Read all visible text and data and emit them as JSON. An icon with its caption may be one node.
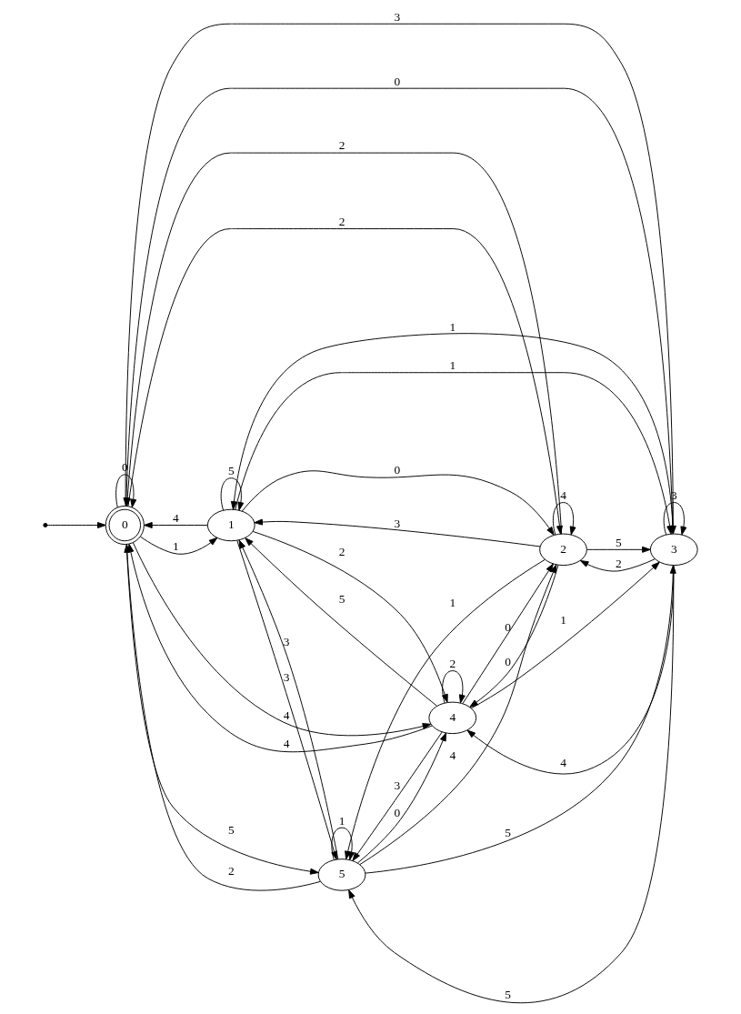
{
  "diagram": {
    "nodes": [
      {
        "text": [],
        "shape": "point"
      },
      {
        "text": [
          "0"
        ]
      },
      {
        "text": [
          "1"
        ]
      },
      {
        "text": [
          "3"
        ]
      },
      {
        "text": [
          "2"
        ]
      },
      {
        "text": [
          "4"
        ]
      },
      {
        "text": [
          "5"
        ]
      }
    ],
    "edges": [
      {
        "from": 0,
        "to": 1,
        "arrow": "to"
      },
      {
        "from": 1,
        "to": 1,
        "label": "0",
        "arrow": "to"
      },
      {
        "from": 1,
        "to": 2,
        "label": "1",
        "arrow": "to"
      },
      {
        "from": 1,
        "to": 4,
        "label": "2",
        "arrow": "to"
      },
      {
        "from": 1,
        "to": 3,
        "label": "3",
        "arrow": "to"
      },
      {
        "from": 1,
        "to": 5,
        "label": "4",
        "arrow": "to"
      },
      {
        "from": 1,
        "to": 6,
        "label": "5",
        "arrow": "to"
      },
      {
        "from": 2,
        "to": 4,
        "label": "0",
        "arrow": "to"
      },
      {
        "from": 2,
        "to": 3,
        "label": "1",
        "arrow": "to"
      },
      {
        "from": 2,
        "to": 5,
        "label": "2",
        "arrow": "to"
      },
      {
        "from": 2,
        "to": 6,
        "label": "3",
        "arrow": "to"
      },
      {
        "from": 2,
        "to": 1,
        "label": "4",
        "arrow": "to"
      },
      {
        "from": 2,
        "to": 2,
        "label": "5",
        "arrow": "to"
      },
      {
        "from": 4,
        "to": 5,
        "label": "0",
        "arrow": "to"
      },
      {
        "from": 4,
        "to": 6,
        "label": "1",
        "arrow": "to"
      },
      {
        "from": 4,
        "to": 1,
        "label": "2",
        "arrow": "to"
      },
      {
        "from": 4,
        "to": 2,
        "label": "3",
        "arrow": "to"
      },
      {
        "from": 4,
        "to": 4,
        "label": "4",
        "arrow": "to"
      },
      {
        "from": 4,
        "to": 3,
        "label": "5",
        "arrow": "to"
      },
      {
        "from": 3,
        "to": 1,
        "label": "0",
        "arrow": "to"
      },
      {
        "from": 3,
        "to": 2,
        "label": "1",
        "arrow": "to"
      },
      {
        "from": 3,
        "to": 4,
        "label": "2",
        "arrow": "to"
      },
      {
        "from": 3,
        "to": 3,
        "label": "3",
        "arrow": "to"
      },
      {
        "from": 3,
        "to": 5,
        "label": "4",
        "arrow": "to"
      },
      {
        "from": 3,
        "to": 6,
        "label": "5",
        "arrow": "to"
      },
      {
        "from": 5,
        "to": 4,
        "label": "0",
        "arrow": "to"
      },
      {
        "from": 5,
        "to": 3,
        "label": "1",
        "arrow": "to"
      },
      {
        "from": 5,
        "to": 5,
        "label": "2",
        "arrow": "to"
      },
      {
        "from": 5,
        "to": 6,
        "label": "3",
        "arrow": "to"
      },
      {
        "from": 5,
        "to": 1,
        "label": "4",
        "arrow": "to"
      },
      {
        "from": 5,
        "to": 2,
        "label": "5",
        "arrow": "to"
      },
      {
        "from": 6,
        "to": 5,
        "label": "0",
        "arrow": "to"
      },
      {
        "from": 6,
        "to": 6,
        "label": "1",
        "arrow": "to"
      },
      {
        "from": 6,
        "to": 1,
        "label": "2",
        "arrow": "to"
      },
      {
        "from": 6,
        "to": 2,
        "label": "3",
        "arrow": "to"
      },
      {
        "from": 6,
        "to": 4,
        "label": "4",
        "arrow": "to"
      },
      {
        "from": 6,
        "to": 3,
        "label": "5",
        "arrow": "to"
      }
    ]
  }
}
